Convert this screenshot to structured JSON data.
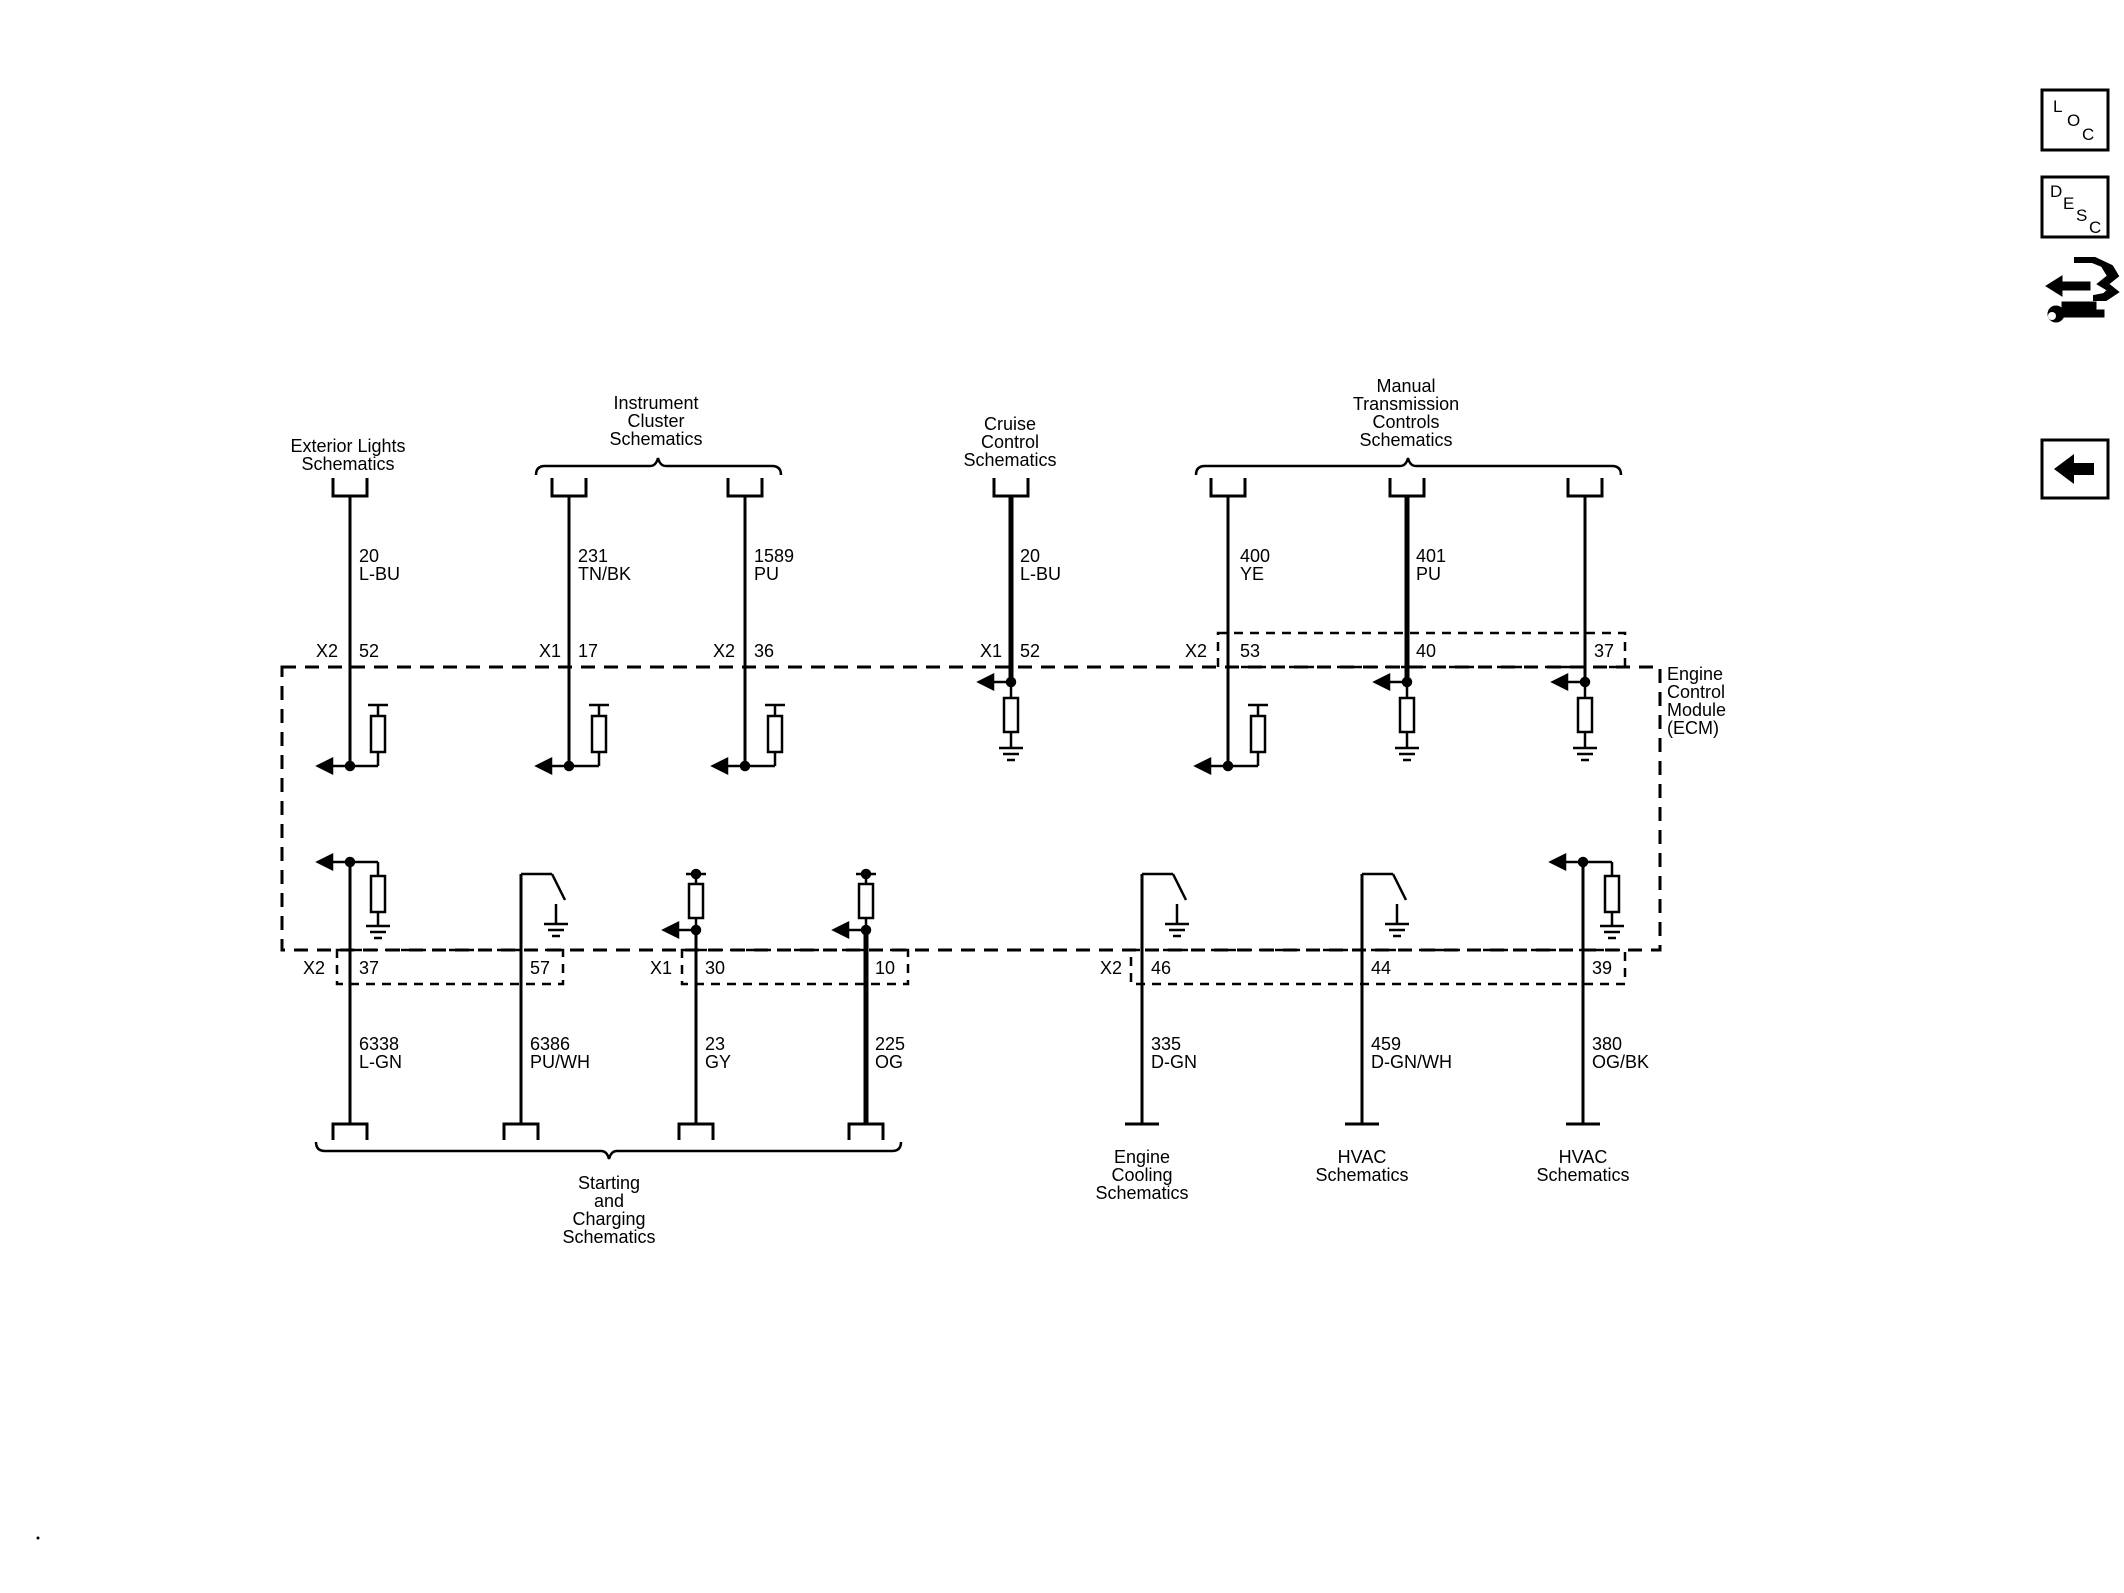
{
  "module": {
    "lines": [
      "Engine",
      "Control",
      "Module",
      "(ECM)"
    ]
  },
  "top_titles": {
    "exterior_lights": [
      "Exterior Lights",
      "Schematics"
    ],
    "instrument_cluster": [
      "Instrument",
      "Cluster",
      "Schematics"
    ],
    "cruise_control": [
      "Cruise",
      "Control",
      "Schematics"
    ],
    "manual_transmission": [
      "Manual",
      "Transmission",
      "Controls",
      "Schematics"
    ]
  },
  "bottom_titles": {
    "starting_charging": [
      "Starting",
      "and",
      "Charging",
      "Schematics"
    ],
    "engine_cooling": [
      "Engine",
      "Cooling",
      "Schematics"
    ],
    "hvac_1": [
      "HVAC",
      "Schematics"
    ],
    "hvac_2": [
      "HVAC",
      "Schematics"
    ]
  },
  "top_wires": [
    {
      "circuit": "20",
      "color": "L-BU",
      "connector": "X2",
      "pin": "52"
    },
    {
      "circuit": "231",
      "color": "TN/BK",
      "connector": "X1",
      "pin": "17"
    },
    {
      "circuit": "1589",
      "color": "PU",
      "connector": "X2",
      "pin": "36"
    },
    {
      "circuit": "20",
      "color": "L-BU",
      "connector": "X1",
      "pin": "52"
    },
    {
      "circuit": "400",
      "color": "YE",
      "connector": "X2",
      "pin": "53"
    },
    {
      "circuit": "401",
      "color": "PU",
      "connector": "",
      "pin": "40"
    },
    {
      "circuit": "",
      "color": "",
      "connector": "",
      "pin": "37"
    }
  ],
  "bottom_wires": [
    {
      "circuit": "6338",
      "color": "L-GN",
      "connector": "X2",
      "pin": "37"
    },
    {
      "circuit": "6386",
      "color": "PU/WH",
      "connector": "",
      "pin": "57"
    },
    {
      "circuit": "23",
      "color": "GY",
      "connector": "X1",
      "pin": "30"
    },
    {
      "circuit": "225",
      "color": "OG",
      "connector": "",
      "pin": "10"
    },
    {
      "circuit": "335",
      "color": "D-GN",
      "connector": "X2",
      "pin": "46"
    },
    {
      "circuit": "459",
      "color": "D-GN/WH",
      "connector": "",
      "pin": "44"
    },
    {
      "circuit": "380",
      "color": "OG/BK",
      "connector": "",
      "pin": "39"
    }
  ],
  "side_buttons": {
    "loc": {
      "l1": "L",
      "l2": "O",
      "l3": "C"
    },
    "desc": {
      "l1": "D",
      "l2": "E",
      "l3": "S",
      "l4": "C"
    },
    "connector_icon": "connector-wrench-icon",
    "back_icon": "back-arrow-icon"
  }
}
